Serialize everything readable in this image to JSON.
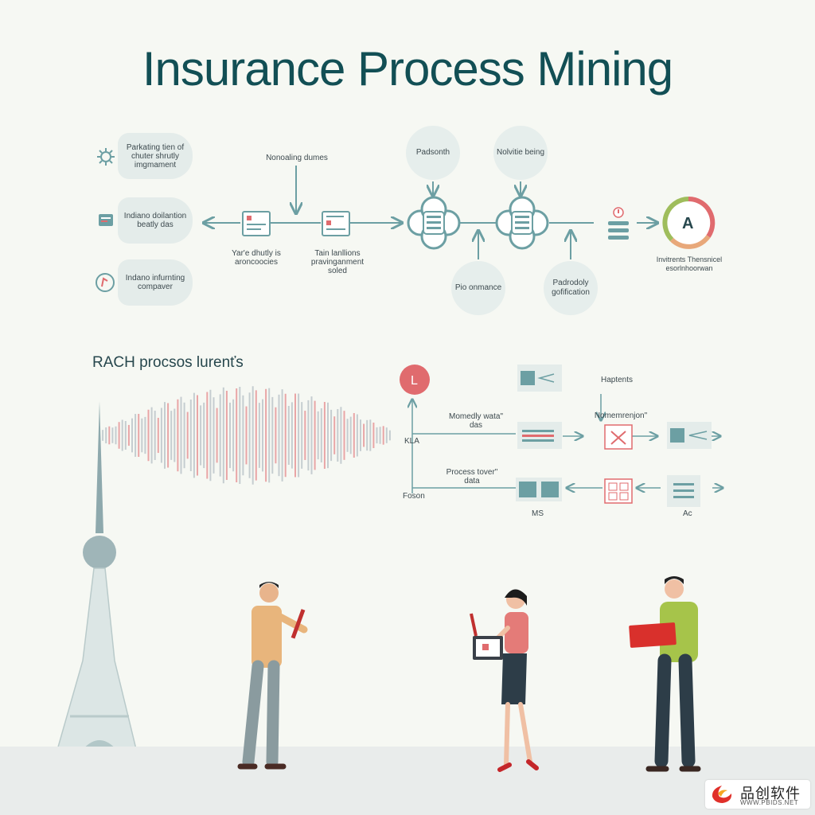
{
  "title": "Insurance Process Mining",
  "top_flow": {
    "input_tags": [
      "Parkating tien of chuter shrutly imgmament",
      "Indiano doilantion beatly das",
      "Indano infurnting compaver"
    ],
    "top_label": "Nonoaling dumes",
    "doc1_label": "Yar'e dhutly is aroncoocies",
    "doc2_label": "Tain lanllions pravinganment soled",
    "bubble_top_1": "Padsonth",
    "bubble_top_2": "Nolvitie being",
    "bubble_bottom_1": "Pio onmance",
    "bubble_bottom_2": "Padrodoly gofification",
    "score_letter": "A",
    "score_label": "Invitrents Thensnicel esorlnhoorwan"
  },
  "section_title": "RACH procsos lurenťs",
  "bottom_flow": {
    "marker_letter": "L",
    "axis_label": "KLA",
    "row1_label": "Momedly wata\" das",
    "row2_label": "Process tover\" data",
    "row2_left_label": "Foson",
    "right_top_label": "Haptents",
    "right_mid_label": "Nomemrenjon\"",
    "label_ms": "MS",
    "label_ac": "Ac"
  },
  "watermark": {
    "text": "品创软件",
    "url": "WWW.PBIDS.NET"
  },
  "colors": {
    "title": "#124f55",
    "teal": "#6c9fa3",
    "coral": "#e06b6e",
    "pale_teal": "#e4ecea"
  },
  "icons": [
    "gear-icon",
    "document-stack-icon",
    "refresh-icon",
    "document-icon",
    "database-icon",
    "score-gauge-icon",
    "alert-icon",
    "broadcast-tower-icon"
  ]
}
